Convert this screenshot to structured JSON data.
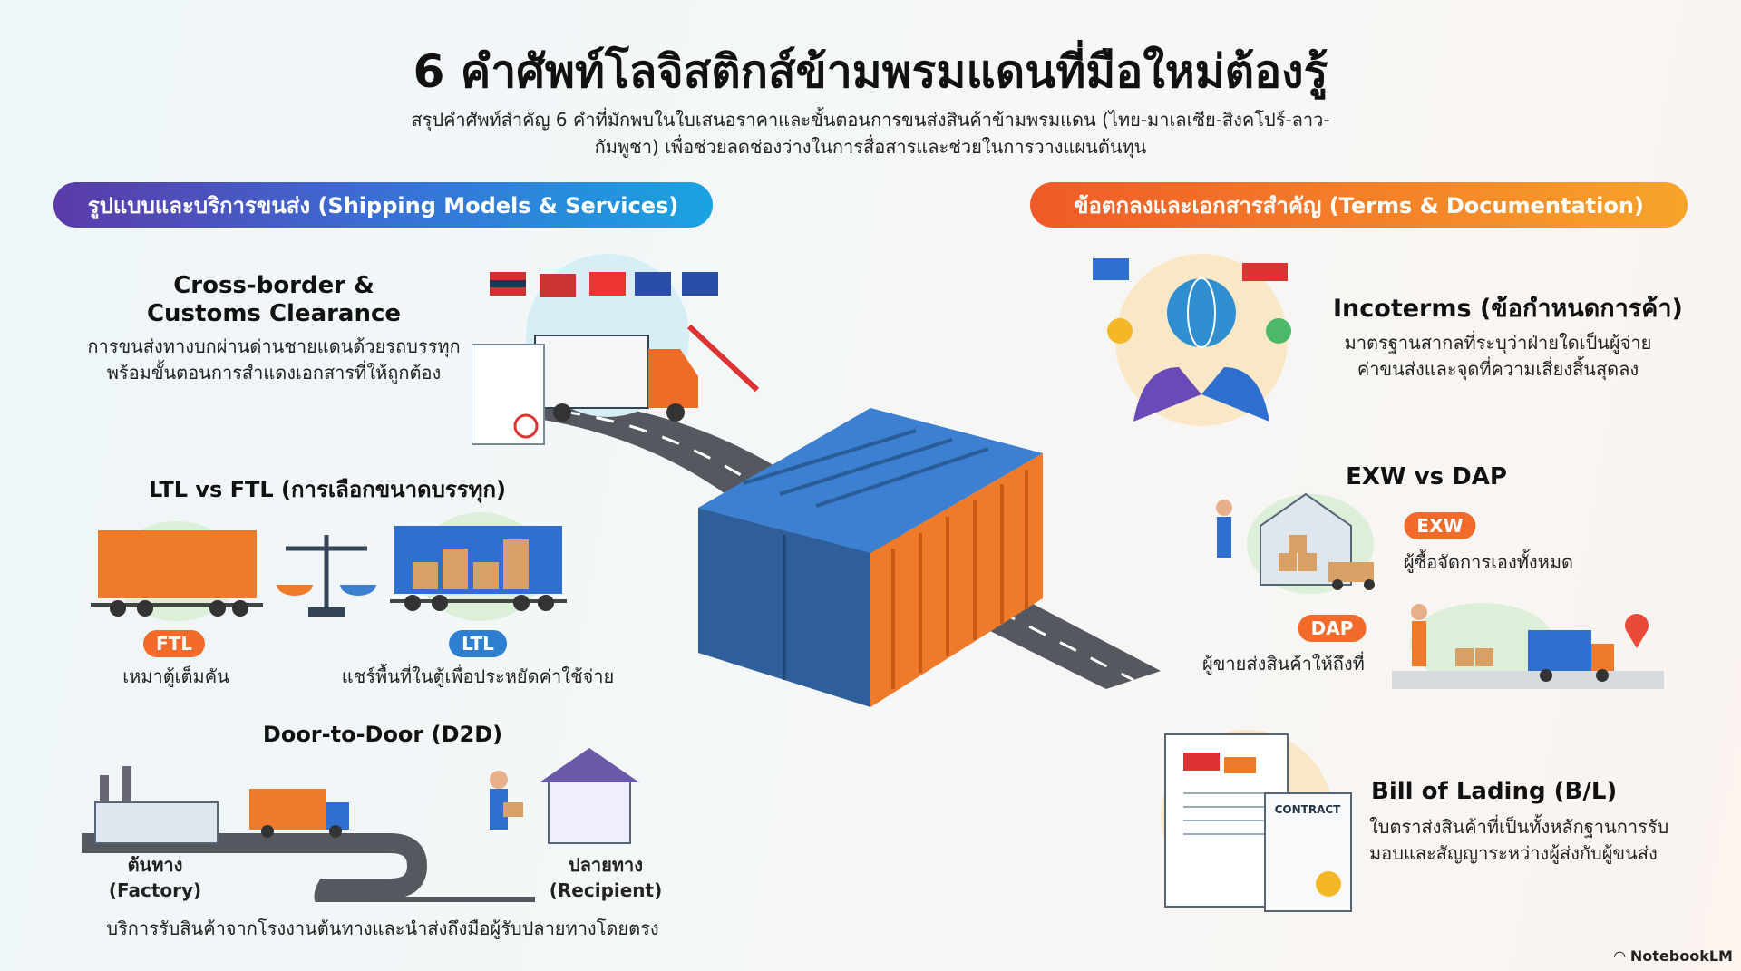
{
  "title": "6 คำศัพท์โลจิสติกส์ข้ามพรมแดนที่มือใหม่ต้องรู้",
  "subtitle": [
    "สรุปคำศัพท์สำคัญ 6 คำที่มักพบในใบเสนอราคาและขั้นตอนการขนส่งสินค้าข้ามพรมแดน (ไทย-มาเลเซีย-สิงคโปร์-ลาว-",
    "กัมพูชา) เพื่อช่วยลดช่องว่างในการสื่อสารและช่วยในการวางแผนต้นทุน"
  ],
  "left_section": {
    "label": "รูปแบบและบริการขนส่ง (Shipping Models & Services)",
    "cross_border": {
      "title": [
        "Cross-border &",
        "Customs Clearance"
      ],
      "desc": [
        "การขนส่งทางบกผ่านด่านชายแดนด้วยรถบรรทุก",
        "พร้อมขั้นตอนการสำแดงเอกสารที่ให้ถูกต้อง"
      ]
    },
    "ltl_ftl": {
      "title": "LTL vs FTL (การเลือกขนาดบรรทุก)",
      "ftl_badge": "FTL",
      "ftl_desc": "เหมาตู้เต็มคัน",
      "ltl_badge": "LTL",
      "ltl_desc": "แชร์พื้นที่ในตู้เพื่อประหยัดค่าใช้จ่าย"
    },
    "d2d": {
      "title": "Door-to-Door (D2D)",
      "origin": [
        "ต้นทาง",
        "(Factory)"
      ],
      "destination": [
        "ปลายทาง",
        "(Recipient)"
      ],
      "desc": "บริการรับสินค้าจากโรงงานต้นทางและนำส่งถึงมือผู้รับปลายทางโดยตรง"
    }
  },
  "right_section": {
    "label": "ข้อตกลงและเอกสารสำคัญ (Terms & Documentation)",
    "incoterms": {
      "title": "Incoterms (ข้อกำหนดการค้า)",
      "desc": [
        "มาตรฐานสากลที่ระบุว่าฝ่ายใดเป็นผู้จ่าย",
        "ค่าขนส่งและจุดที่ความเสี่ยงสิ้นสุดลง"
      ]
    },
    "exw_dap": {
      "title": "EXW vs DAP",
      "exw_badge": "EXW",
      "exw_desc": "ผู้ซื้อจัดการเองทั้งหมด",
      "dap_badge": "DAP",
      "dap_desc": "ผู้ขายส่งสินค้าให้ถึงที่"
    },
    "bl": {
      "title": "Bill of Lading (B/L)",
      "desc": [
        "ใบตราส่งสินค้าที่เป็นทั้งหลักฐานการรับ",
        "มอบและสัญญาระหว่างผู้ส่งกับผู้ขนส่ง"
      ],
      "doc_label": "CONTRACT"
    }
  },
  "watermark": "NotebookLM",
  "colors": {
    "orange": "#f26b2a",
    "blue": "#2f6fd0",
    "ink": "#111111"
  }
}
